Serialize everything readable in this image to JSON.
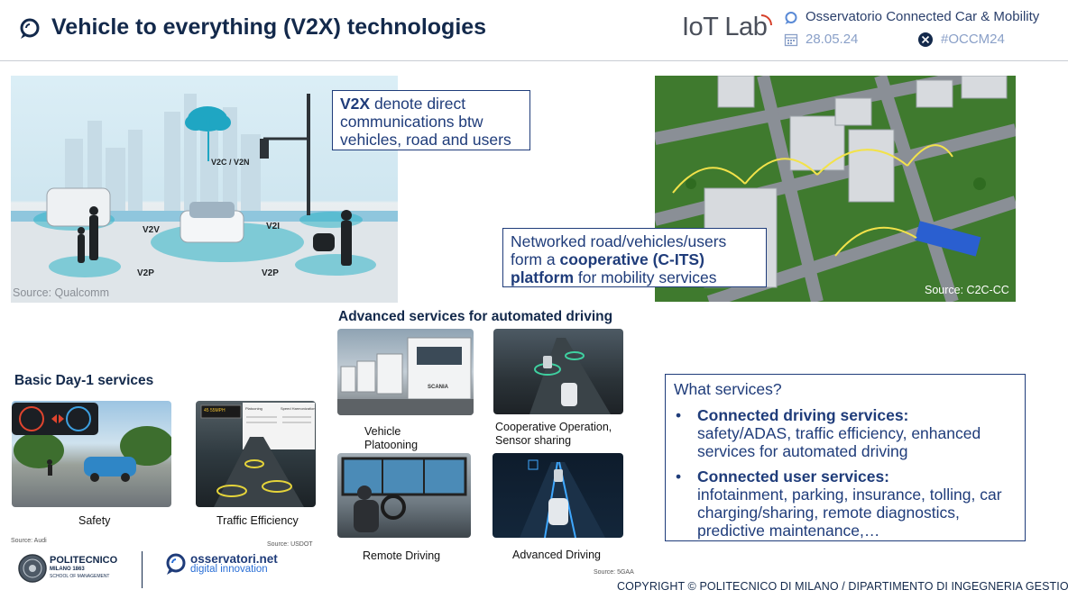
{
  "header": {
    "title": "Vehicle to everything (V2X) technologies",
    "logo_text": "IoT Lab",
    "observatory": "Osservatorio Connected Car & Mobility",
    "date": "28.05.24",
    "hashtag": "#OCCM24"
  },
  "top_left_image": {
    "labels": {
      "v2c": "V2C / V2N",
      "v2v": "V2V",
      "v2i": "V2I",
      "v2p_left": "V2P",
      "v2p_right": "V2P"
    },
    "source": "Source: Qualcomm"
  },
  "callout_v2x": {
    "bold": "V2X",
    "text_1": " denote direct",
    "text_2": "communications btw",
    "text_3": "vehicles, road and users"
  },
  "top_right_image": {
    "source": "Source: C2C-CC"
  },
  "callout_cits": {
    "line1": "Networked road/vehicles/users",
    "line2_prefix": "form a ",
    "line2_bold": "cooperative (C-ITS)",
    "line3_bold": "platform",
    "line3_suffix": " for mobility services"
  },
  "basic_services": {
    "title": "Basic Day-1 services",
    "tiles": [
      {
        "label": "Safety"
      },
      {
        "label": "Traffic Efficiency"
      }
    ],
    "source_left": "Source: Audi",
    "source_right": "Source: USDOT",
    "inner_text": {
      "platooning": "Platooning",
      "speed": "Speed Harmonization",
      "sign": "45 55MPH"
    }
  },
  "advanced_services": {
    "title": "Advanced services for automated driving",
    "tiles": [
      {
        "label": "Vehicle Platooning"
      },
      {
        "label": "Cooperative Operation, Sensor sharing"
      },
      {
        "label": "Remote Driving"
      },
      {
        "label": "Advanced Driving"
      }
    ],
    "truck_brand": "SCANIA",
    "source": "Source: 5GAA"
  },
  "services_box": {
    "question": "What services?",
    "items": [
      {
        "bold": "Connected driving services:",
        "text": "safety/ADAS, traffic efficiency, enhanced services for automated driving"
      },
      {
        "bold": "Connected user services:",
        "text": "infotainment, parking, insurance, tolling, car charging/sharing, remote diagnostics, predictive maintenance,…"
      }
    ]
  },
  "footer": {
    "polimi_name": "POLITECNICO",
    "polimi_sub": "MILANO 1863",
    "polimi_school": "SCHOOL OF MANAGEMENT",
    "osservatori_1": "osservatori.net",
    "osservatori_2": "digital innovation",
    "copyright": "COPYRIGHT © POLITECNICO DI MILANO / DIPARTIMENTO DI INGEGNERIA GESTIONALE"
  },
  "colors": {
    "navy": "#13294b",
    "accent_blue": "#1f3c7a",
    "link_blue": "#2a6fd6",
    "logo_red": "#d6402a"
  }
}
